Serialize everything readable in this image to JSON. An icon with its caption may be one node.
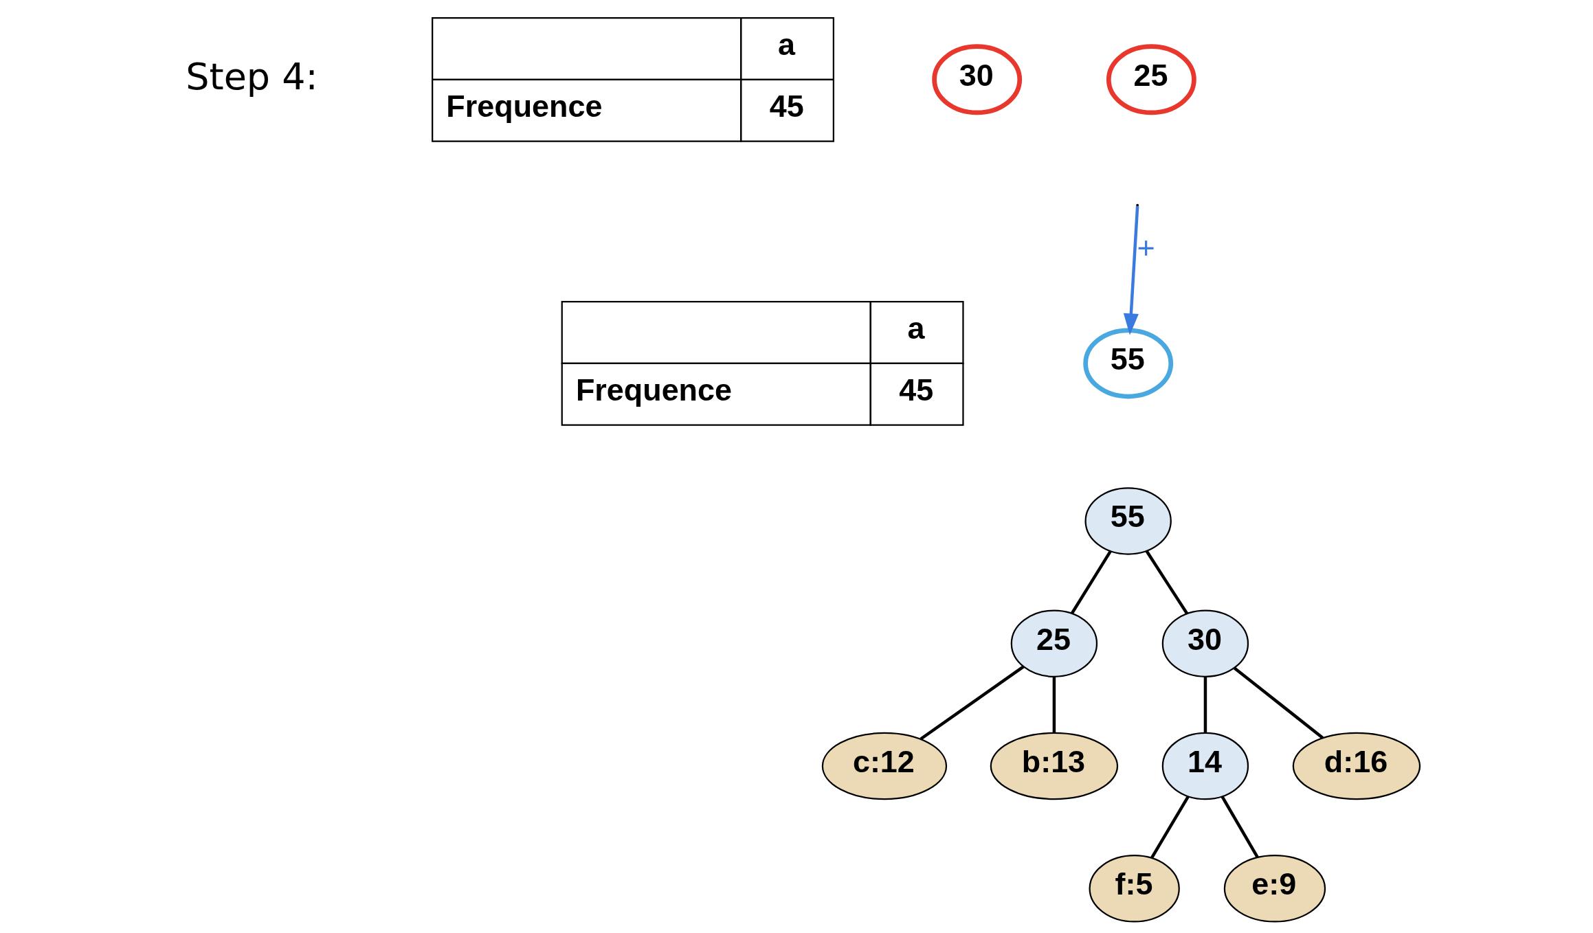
{
  "diagram": {
    "nodes": [
      {
        "text": [
          "30"
        ]
      },
      {
        "text": [
          "25"
        ]
      },
      {
        "text": [
          "55"
        ]
      },
      {
        "text": [
          "55"
        ]
      },
      {
        "text": [
          "25"
        ]
      },
      {
        "text": [
          "30"
        ]
      },
      {
        "text": [
          "14"
        ]
      },
      {
        "text": [
          "d:16"
        ]
      },
      {
        "text": [
          "c:12"
        ]
      },
      {
        "text": [
          "b:13"
        ]
      },
      {
        "text": [
          "f:5"
        ]
      },
      {
        "text": [
          "e:9"
        ]
      }
    ],
    "edges": [
      {
        "from": null,
        "to": 2,
        "arrow": "to",
        "label": "+",
        "color": "#3b7be0"
      },
      {
        "from": 3,
        "to": 4,
        "arrow": "none"
      },
      {
        "from": 3,
        "to": 5,
        "arrow": "none"
      },
      {
        "from": 4,
        "to": 8,
        "arrow": "none"
      },
      {
        "from": 4,
        "to": 9,
        "arrow": "none"
      },
      {
        "from": 5,
        "to": 6,
        "arrow": "none"
      },
      {
        "from": 5,
        "to": 7,
        "arrow": "none"
      },
      {
        "from": 6,
        "to": 10,
        "arrow": "none"
      },
      {
        "from": 6,
        "to": 11,
        "arrow": "none"
      }
    ],
    "labels": [
      "Step 4:",
      "a",
      "Frequence",
      "45",
      "a",
      "Frequence",
      "45"
    ]
  }
}
